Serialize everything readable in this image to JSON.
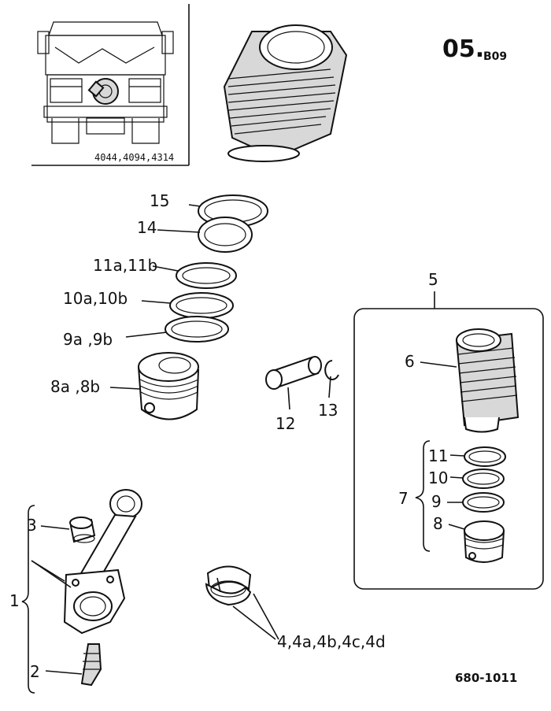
{
  "header": {
    "section_main": "05.",
    "section_sub": "B09",
    "reference": "680-1011"
  },
  "thumbnail": {
    "caption": "4044,4094,4314"
  },
  "callouts": {
    "c15": "15",
    "c14": "14",
    "c11": "11a,11b",
    "c10": "10a,10b",
    "c9": "9a ,9b",
    "c8": "8a ,8b",
    "c12": "12",
    "c13": "13",
    "c5": "5",
    "c6": "6",
    "c7": "7",
    "k11": "11",
    "k10": "10",
    "k9": "9",
    "k8": "8",
    "c1": "1",
    "c2": "2",
    "c3": "3",
    "c4": "4,4a,4b,4c,4d"
  }
}
